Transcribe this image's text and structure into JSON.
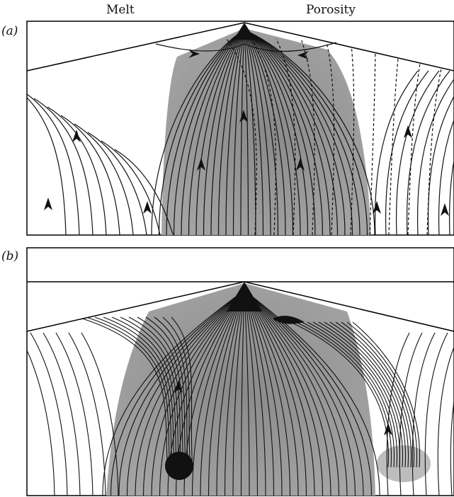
{
  "headers": {
    "left": "Melt",
    "right": "Porosity"
  },
  "panels": [
    {
      "label": "(a)"
    },
    {
      "label": "(b)"
    }
  ],
  "colors": {
    "shade": "#9a9a9a",
    "line": "#111111",
    "frame": "#000000"
  }
}
